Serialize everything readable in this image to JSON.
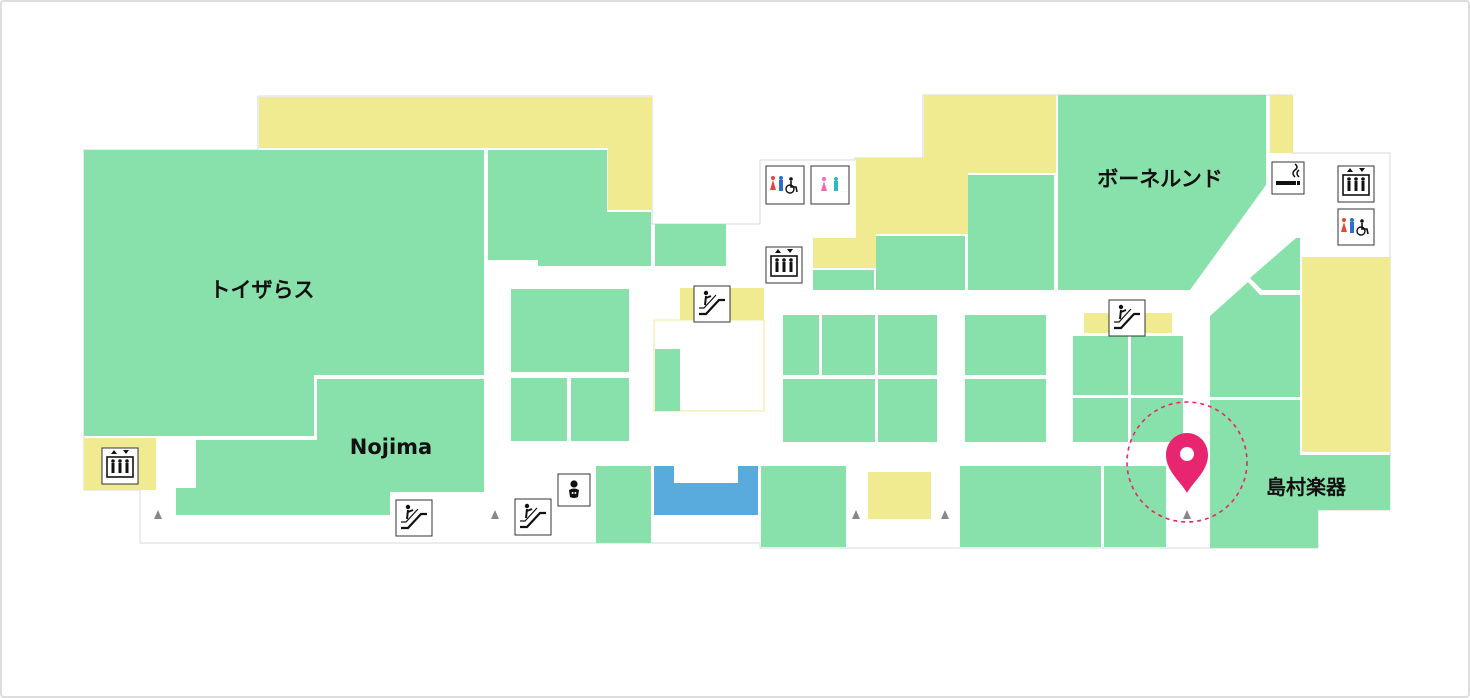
{
  "map": {
    "stores": [
      {
        "id": "toysrus",
        "label": "トイザらス"
      },
      {
        "id": "nojima",
        "label": "Nojima"
      },
      {
        "id": "bornelund",
        "label": "ボーネルンド"
      },
      {
        "id": "shimamura",
        "label": "島村楽器"
      }
    ],
    "facilities": [
      {
        "id": "elevator-1",
        "icon": "elevator-icon"
      },
      {
        "id": "elevator-2",
        "icon": "elevator-icon"
      },
      {
        "id": "elevator-3",
        "icon": "elevator-icon"
      },
      {
        "id": "escalator-1",
        "icon": "escalator-icon"
      },
      {
        "id": "escalator-2",
        "icon": "escalator-icon"
      },
      {
        "id": "escalator-3",
        "icon": "escalator-icon"
      },
      {
        "id": "escalator-4",
        "icon": "escalator-icon"
      },
      {
        "id": "restroom-1",
        "icon": "accessible-restroom-icon"
      },
      {
        "id": "restroom-2",
        "icon": "restroom-icon"
      },
      {
        "id": "restroom-3",
        "icon": "accessible-restroom-icon"
      },
      {
        "id": "baby-room",
        "icon": "baby-room-icon"
      },
      {
        "id": "smoking-area",
        "icon": "smoking-area-icon"
      }
    ],
    "marker": {
      "icon": "location-pin-icon",
      "color": "#e8256f"
    },
    "colors": {
      "shop": "#88e0aa",
      "service": "#f0ea90",
      "water": "#5aabdd",
      "marker": "#e8256f"
    }
  }
}
